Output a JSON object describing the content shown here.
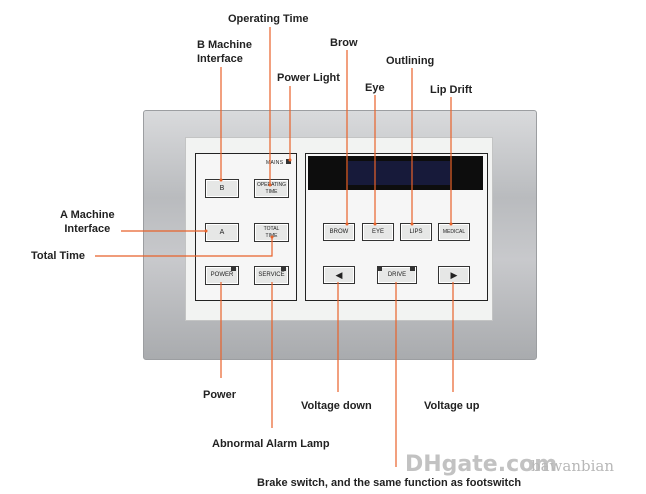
{
  "labels": {
    "operating_time": "Operating Time",
    "b_machine_interface": "B Machine\nInterface",
    "power_light": "Power Light",
    "brow": "Brow",
    "outlining": "Outlining",
    "eye": "Eye",
    "lip_drift": "Lip Drift",
    "a_machine_interface": "A Machine\nInterface",
    "total_time": "Total Time",
    "power": "Power",
    "voltage_down": "Voltage down",
    "voltage_up": "Voltage up",
    "abnormal_alarm_lamp": "Abnormal Alarm Lamp",
    "brake_switch": "Brake switch, and the same function as footswitch"
  },
  "panel": {
    "mains": "MAINS",
    "btn_b": "B",
    "btn_operating_time": "OPERATING\nTIME",
    "btn_a": "A",
    "btn_total_time": "TOTAL\nTIME",
    "btn_power": "POWER",
    "btn_service": "SERVICE",
    "btn_brow": "BROW",
    "btn_eye": "EYE",
    "btn_lips": "LIPS",
    "btn_medical": "MEDICAL",
    "btn_drive": "DRIVE",
    "btn_left": "◀",
    "btn_right": "▶"
  },
  "watermark": {
    "logo": "DHgate.com",
    "seller": "bawanbian"
  },
  "colors": {
    "leader_line": "#e8622a",
    "screen": "#0d0d0d",
    "screen_inner": "#171a3a"
  }
}
